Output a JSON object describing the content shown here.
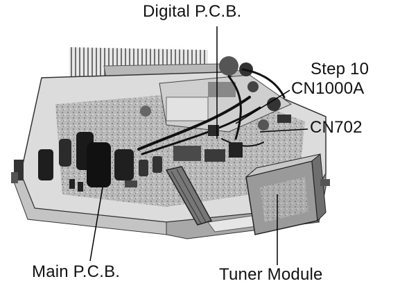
{
  "labels": {
    "digital_pcb": "Digital P.C.B.",
    "step": "Step 10",
    "cn1000a": "CN1000A",
    "cn702": "CN702",
    "main_pcb": "Main P.C.B.",
    "tuner_module": "Tuner Module"
  },
  "colors": {
    "text": "#111111",
    "leader": "#000000",
    "chassis_light": "#dcdcdc",
    "chassis_mid": "#a8a8a8",
    "chassis_dark": "#555555",
    "components": "#222222"
  }
}
